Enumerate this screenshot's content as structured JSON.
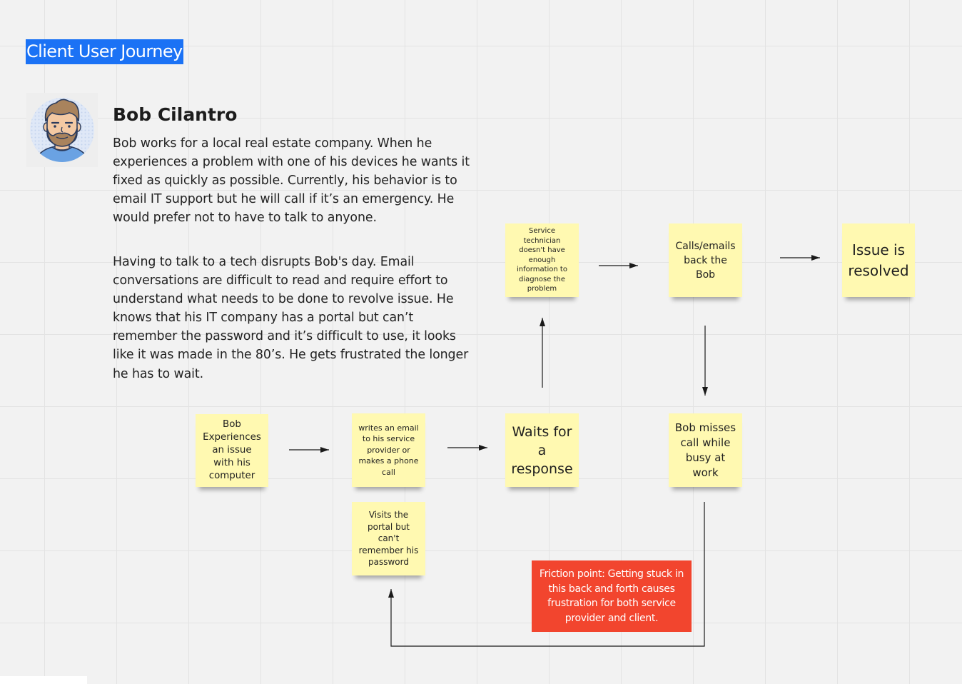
{
  "board": {
    "title": "Client User Journey"
  },
  "persona": {
    "name": "Bob Cilantro",
    "paragraph_1": "Bob works for a local real estate company. When he experiences a problem with one of his devices he wants it fixed as quickly as possible. Currently, his behavior is to email IT support but he will call if it’s an emergency. He would prefer not to have to talk to anyone.",
    "paragraph_2": "Having to talk to a tech disrupts Bob's day. Email conversations are difficult to read and require effort to understand what needs to be done to revolve issue. He knows that his IT company has a portal but can’t remember the password and it’s difficult to use, it looks like it was made in the 80’s. He gets frustrated the longer he has to wait."
  },
  "notes": {
    "bob_experiences": "Bob Experiences an issue with his computer",
    "writes_email": "writes an email to his service provider or makes a phone call",
    "visits_portal": "Visits the portal but can't remember his password",
    "waits": "Waits for a response",
    "technician": "Service technician doesn't have enough information to diagnose the problem",
    "calls_back": "Calls/emails back the Bob",
    "resolved": "Issue is resolved",
    "bob_misses": "Bob misses call while busy at work"
  },
  "friction": {
    "text": "Friction point: Getting stuck in this back and forth causes frustration for both service provider and client."
  },
  "colors": {
    "board_background": "#f2f2f2",
    "grid_line": "#e3e3e3",
    "title_highlight": "#1b72f5",
    "sticky_note": "#fff9b1",
    "friction_card": "#f2452e",
    "connector": "#1a1a1a"
  },
  "icons": {
    "avatar": "bearded-man-avatar-icon"
  }
}
